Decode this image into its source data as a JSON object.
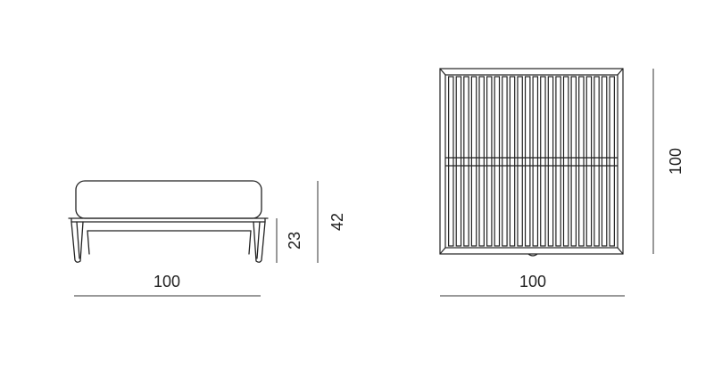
{
  "side_view": {
    "width_label": "100",
    "seat_height_label": "23",
    "total_height_label": "42"
  },
  "top_view": {
    "width_label": "100",
    "depth_label": "100",
    "slat_count": 22
  },
  "colors": {
    "line": "#222222",
    "dimension_line": "#333333",
    "background": "#ffffff"
  }
}
